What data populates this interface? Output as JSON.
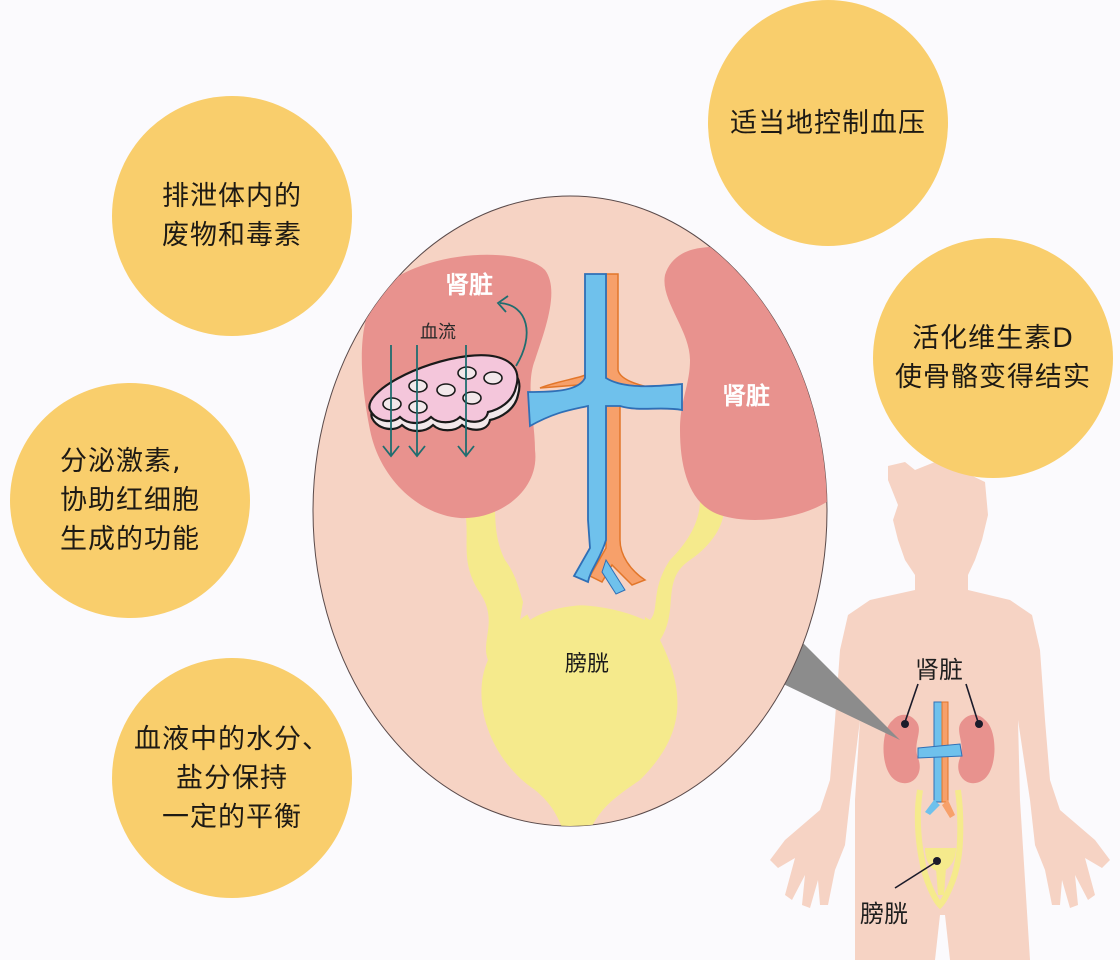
{
  "colors": {
    "background": "#fbfafd",
    "bubble": "#f9ce6c",
    "skin": "#f6d3c4",
    "kidney": "#e8928e",
    "urine": "#f5ea8c",
    "vein": "#6fc1ec",
    "vein_outline": "#2f6fb6",
    "artery": "#f7a06a",
    "artery_outline": "#e2762a",
    "filter": "#f4c6db",
    "arrow": "#1f6d6f",
    "pointer": "#8c8c8c"
  },
  "function_bubbles": [
    {
      "id": "waste",
      "text": "排泄体内的\n废物和毒素"
    },
    {
      "id": "blood-pressure",
      "text": "适当地控制血压"
    },
    {
      "id": "vitamin-d",
      "text": "活化维生素D\n使骨骼变得结实"
    },
    {
      "id": "hormone",
      "text": "分泌激素,\n协助红细胞\n生成的功能"
    },
    {
      "id": "balance",
      "text": "血液中的水分、\n盐分保持\n一定的平衡"
    }
  ],
  "detail_view": {
    "left_kidney_label": "肾脏",
    "right_kidney_label": "肾脏",
    "blood_flow_label": "血流",
    "bladder_label": "膀胱"
  },
  "body_figure": {
    "kidney_label": "肾脏",
    "bladder_label": "膀胱"
  }
}
